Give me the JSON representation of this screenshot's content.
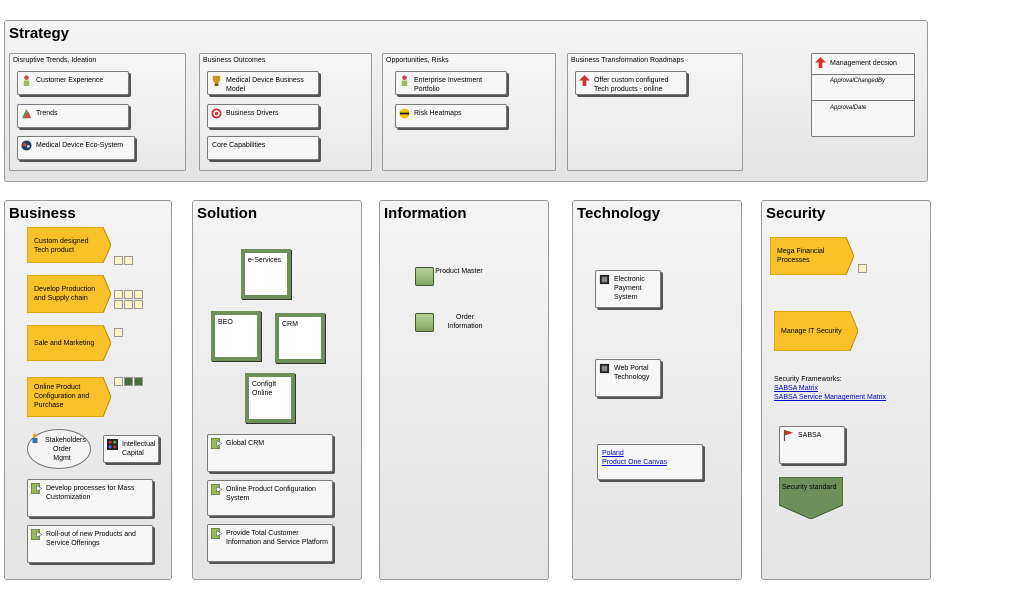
{
  "strategy": {
    "title": "Strategy",
    "disruptive": {
      "title": "Disruptive Trends, Ideation",
      "items": [
        "Customer Experience",
        "Trends",
        "Medical Device Eco-System"
      ]
    },
    "outcomes": {
      "title": "Business Outcomes",
      "items": [
        "Medical Device Business Model",
        "Business Drivers",
        "Core Capabilities"
      ]
    },
    "opportunities": {
      "title": "Opportunities, Risks",
      "items": [
        "Enterprise Investment Portfolio",
        "Risk Heatmaps"
      ]
    },
    "roadmaps": {
      "title": "Business Transformation Roadmaps",
      "items": [
        "Offer custom configured Tech products - online"
      ]
    },
    "decision": {
      "title": "Management decsion",
      "field1": "ApprovalChangedBy",
      "field2": "ApprovalDate"
    }
  },
  "business": {
    "title": "Business",
    "processes": [
      "Custom designed Tech product",
      "Develop Production and Supply chain",
      "Sale and Marketing",
      "Online Product Configuration and Purchase"
    ],
    "stakeholders": "Stakeholders Order Mgmt",
    "capital": "Intellectual Capital",
    "actions": [
      "Develop processes for Mass Customization",
      "Roll-out of new Products and Service Offerings"
    ]
  },
  "solution": {
    "title": "Solution",
    "boxes": [
      "e-Services",
      "BEO",
      "CRM",
      "ConfigIt Online"
    ],
    "items": [
      "Global CRM",
      "Online Product Configuration System",
      "Provide Total Customer Information and Service Platform"
    ]
  },
  "information": {
    "title": "Information",
    "items": [
      "Product Master",
      "Order Information"
    ]
  },
  "technology": {
    "title": "Technology",
    "items": [
      "Electronic Payment System",
      "Web Portal Technology"
    ],
    "links": [
      "Poland",
      "Product One Canvas"
    ]
  },
  "security": {
    "title": "Security",
    "processes": [
      "Mega Financial Processes",
      "Manage IT Security"
    ],
    "frameworks_label": "Security Frameworks:",
    "links": [
      "SABSA Matrix",
      "SABSA Service Management Matrix"
    ],
    "sabsa": "SABSA",
    "standard": "Security standard"
  },
  "colors": {
    "process": "#f9c22b",
    "solution_green": "#6e8f5a",
    "panel": "#ececec"
  }
}
